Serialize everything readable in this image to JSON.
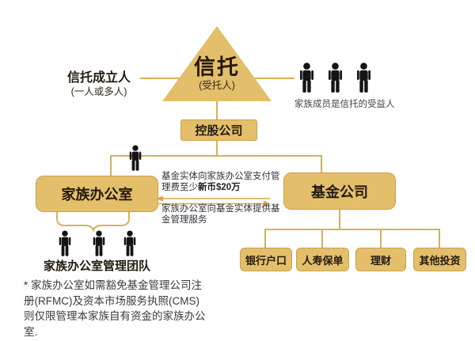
{
  "colors": {
    "gold_fill": "#e3be6b",
    "gold_border": "#cda04a",
    "connector": "#d9b05c",
    "dark_text": "#241b0e",
    "icon_black": "#141414"
  },
  "trust_triangle": {
    "label": "信托",
    "sublabel": "(受托人)"
  },
  "settlor": {
    "label": "信托成立人",
    "sublabel": "(一人或多人)"
  },
  "beneficiaries": {
    "caption": "家族成员是信托的受益人"
  },
  "holding_company": {
    "label": "控股公司"
  },
  "family_office": {
    "label": "家族办公室"
  },
  "fund_company": {
    "label": "基金公司"
  },
  "fee_note": {
    "text": "基金实体向家族办公室支付管理费至少",
    "bold": "新币$20万"
  },
  "service_note": {
    "text": "家族办公室向基金实体提供基金管理服务"
  },
  "investments": [
    "银行户口",
    "人寿保单",
    "理财",
    "其他投资"
  ],
  "team": {
    "label": "家族办公室管理团队"
  },
  "footnote": {
    "text": "* 家族办公室如需豁免基金管理公司注册(RFMC)及资本市场服务执照(CMS)则仅限管理本家族自有资金的家族办公室."
  }
}
